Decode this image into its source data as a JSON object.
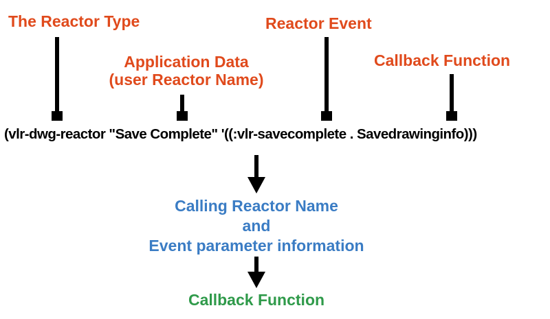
{
  "labels": {
    "reactor_type": "The Reactor Type",
    "app_data_line1": "Application Data",
    "app_data_line2": "(user Reactor Name)",
    "reactor_event": "Reactor Event",
    "callback_top": "Callback Function"
  },
  "code_line": "(vlr-dwg-reactor \"Save Complete\" '((:vlr-savecomplete . Savedrawinginfo)))",
  "flow": {
    "line1": "Calling Reactor Name",
    "line2": "and",
    "line3": "Event parameter information",
    "final": "Callback Function"
  },
  "colors": {
    "label_orange": "#e04a1c",
    "flow_blue": "#3a7cc4",
    "callback_green": "#2f9a4a",
    "arrow": "#000000"
  }
}
